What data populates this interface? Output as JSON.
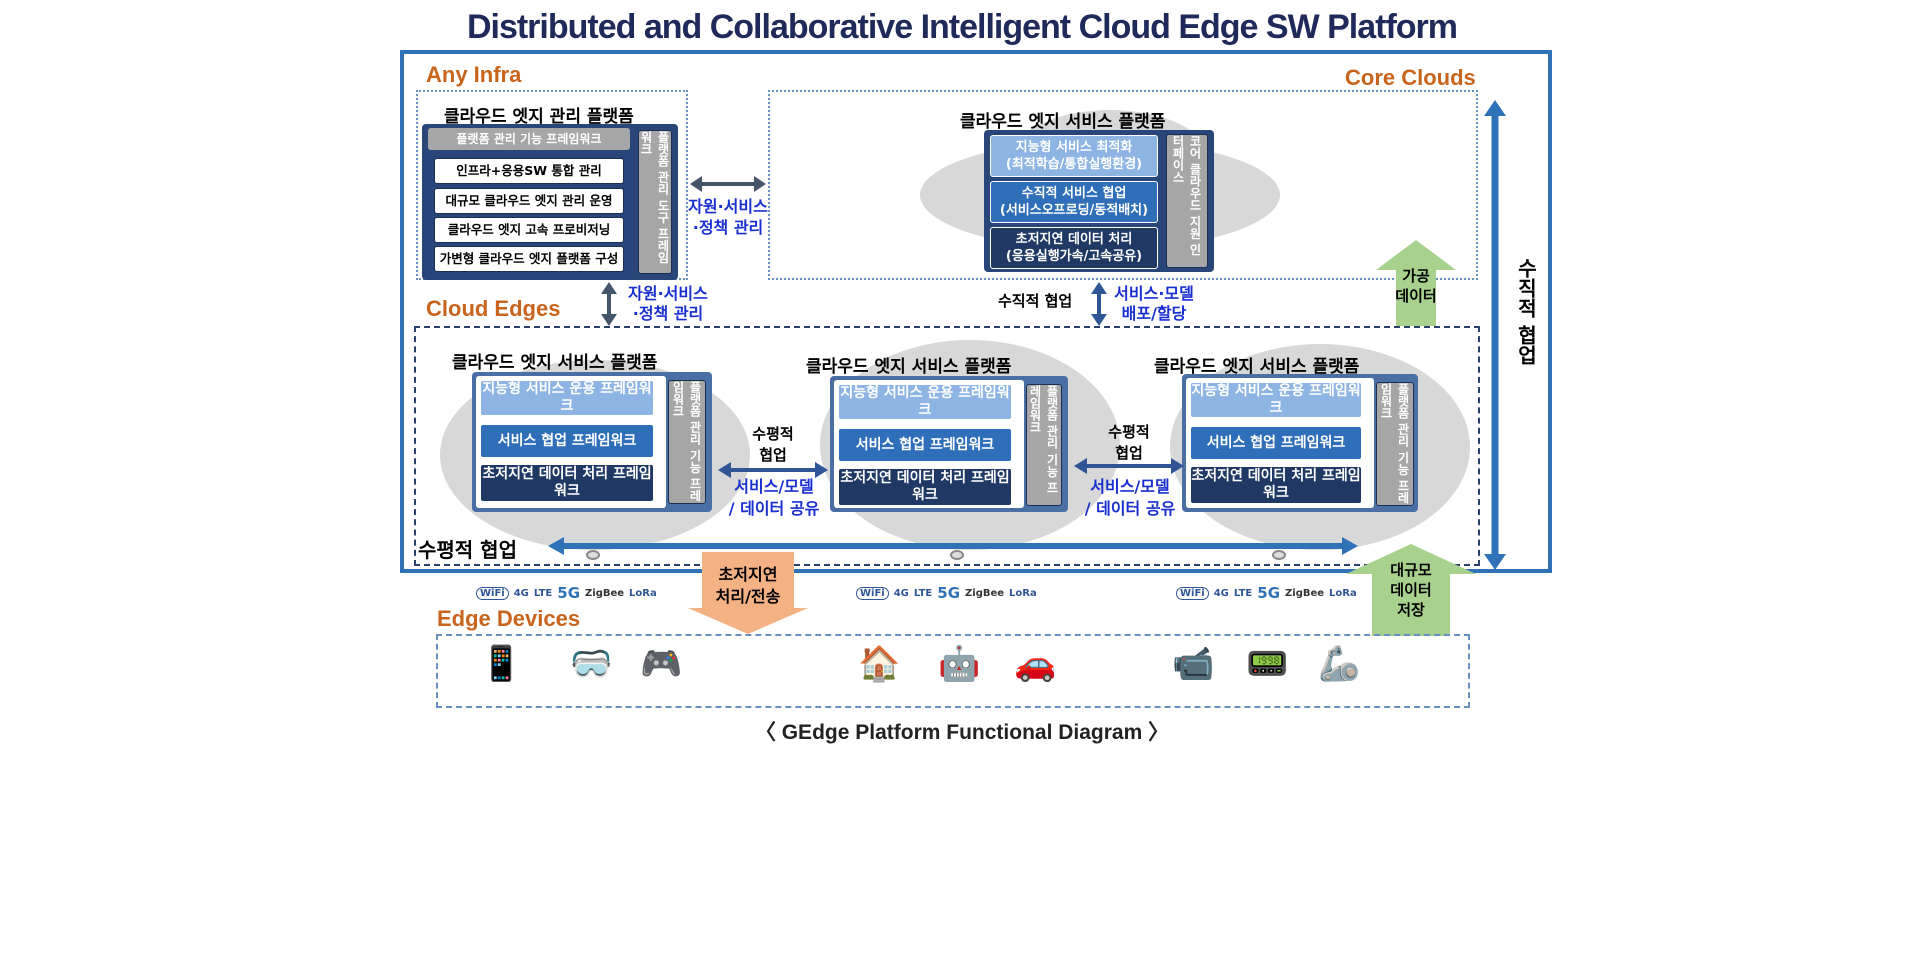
{
  "title": "Distributed and Collaborative Intelligent Cloud Edge SW Platform",
  "caption": "〈 GEdge Platform Functional Diagram 〉",
  "colors": {
    "frame": "#2f72b8",
    "orange": "#c8641c",
    "navy": "#1f3864",
    "mid": "#2f6eb8",
    "light": "#8db4e2",
    "green": "#a9d18e",
    "salmon": "#f4b183"
  },
  "sections": {
    "any_infra": "Any Infra",
    "core_clouds": "Core Clouds",
    "cloud_edges": "Cloud Edges",
    "edge_devices": "Edge Devices"
  },
  "mgmt": {
    "title": "클라우드 엣지 관리 플랫폼",
    "header": "플랫폼 관리 기능 프레임워크",
    "items": [
      "인프라+응용SW 통합 관리",
      "대규모 클라우드 엣지 관리 운영",
      "클라우드 엣지 고속 프로비저닝",
      "가변형 클라우드 엣지 플랫폼 구성"
    ],
    "side": "플랫폼 관리 도구 프레임워크"
  },
  "core": {
    "title": "클라우드 엣지 서비스 플랫폼",
    "items": [
      {
        "line1": "지능형 서비스 최적화",
        "line2": "(최적학습/통합실행환경)"
      },
      {
        "line1": "수직적 서비스 협업",
        "line2": "(서비스오프로딩/동적배치)"
      },
      {
        "line1": "초저지연 데이터 처리",
        "line2": "(응용실행가속/고속공유)"
      }
    ],
    "side": "코어 클라우드 지원 인터페이스"
  },
  "edges": [
    {
      "title": "클라우드 엣지 서비스 플랫폼",
      "f1": "지능형 서비스 운용 프레임워크",
      "f2": "서비스 협업 프레임워크",
      "f3": "초저지연 데이터 처리 프레임워크",
      "side": "플랫폼 관리 기능 프레임워크"
    },
    {
      "title": "클라우드 엣지 서비스 플랫폼",
      "f1": "지능형 서비스 운용 프레임워크",
      "f2": "서비스 협업 프레임워크",
      "f3": "초저지연 데이터 처리 프레임워크",
      "side": "플랫폼 관리 기능 프레임워크"
    },
    {
      "title": "클라우드 엣지 서비스 플랫폼",
      "f1": "지능형 서비스 운용 프레임워크",
      "f2": "서비스 협업 프레임워크",
      "f3": "초저지연 데이터 처리 프레임워크",
      "side": "플랫폼 관리 기능 프레임워크"
    }
  ],
  "labels": {
    "resource_policy_1": "자원·서비스",
    "resource_policy_2": "·정책 관리",
    "resource_policy2_1": "자원·서비스",
    "resource_policy2_2": "·정책 관리",
    "vertical_collab": "수직적 협업",
    "service_model_1": "서비스·모델",
    "service_model_2": "배포/할당",
    "processed_1": "가공",
    "processed_2": "데이터",
    "vertical_side": "수직적 협업",
    "horiz_1": "수평적",
    "horiz_2": "협업",
    "share_1": "서비스/모델",
    "share_2": "/ 데이터 공유",
    "horizontal_bottom": "수평적 협업",
    "ultra_1": "초저지연",
    "ultra_2": "처리/전송",
    "bigdata_1": "대규모",
    "bigdata_2": "데이터",
    "bigdata_3": "저장"
  },
  "wireless": [
    "WiFi",
    "4G",
    "LTE",
    "5G",
    "ZigBee",
    "LoRa"
  ],
  "devices": [
    "smartphone-icon",
    "vr-headset-icon",
    "game-console-icon",
    "smart-home-icon",
    "robot-icon",
    "connected-car-icon",
    "cctv-icon",
    "tablet-icon",
    "robot-arm-icon"
  ]
}
